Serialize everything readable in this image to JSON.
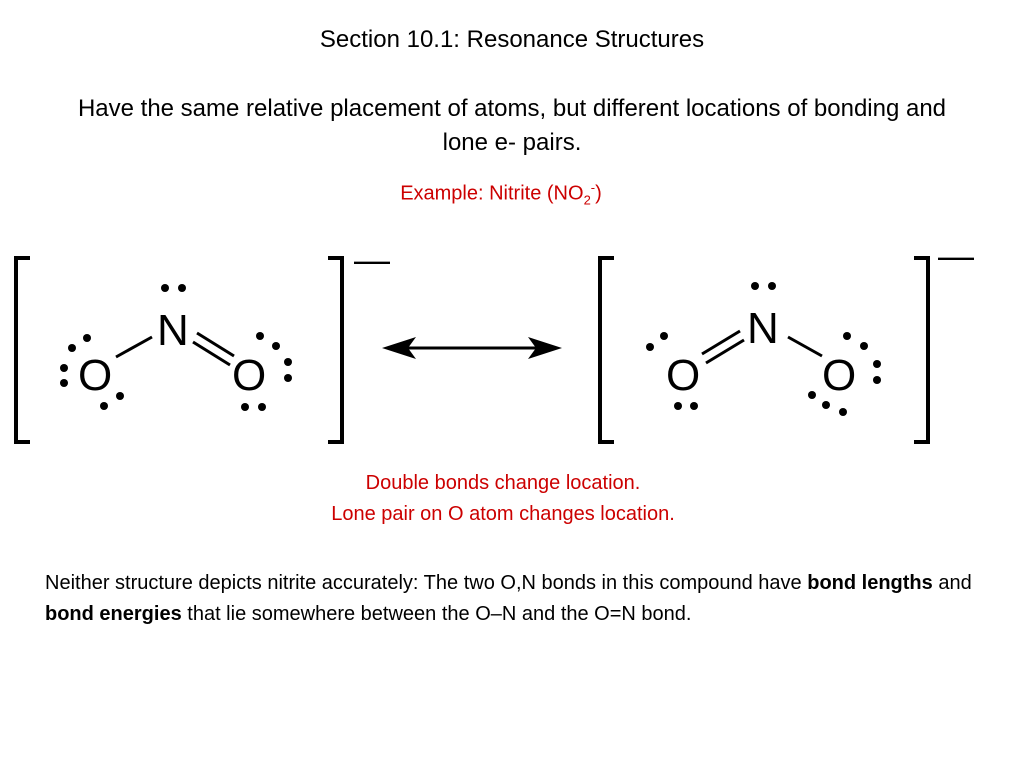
{
  "title": "Section 10.1:  Resonance Structures",
  "subtitle": "Have the same relative placement of atoms, but different locations of bonding and lone e- pairs.",
  "example": {
    "prefix": "Example:  Nitrite (NO",
    "subscript": "2",
    "superscript": "-",
    "suffix": ")"
  },
  "diagram": {
    "left": {
      "atoms": {
        "o1": "O",
        "n": "N",
        "o2": "O"
      },
      "charge": "—"
    },
    "right": {
      "atoms": {
        "o1": "O",
        "n": "N",
        "o2": "O"
      },
      "charge": "—"
    }
  },
  "notes": {
    "line1": "Double bonds change location.",
    "line2": "Lone pair on O atom changes location."
  },
  "body": {
    "part1": "Neither structure depicts nitrite accurately:  The two O,N bonds in this compound have ",
    "bold1": "bond lengths",
    "part2": " and ",
    "bold2": "bond energies",
    "part3": " that lie somewhere between the O–N and the O=N bond."
  }
}
